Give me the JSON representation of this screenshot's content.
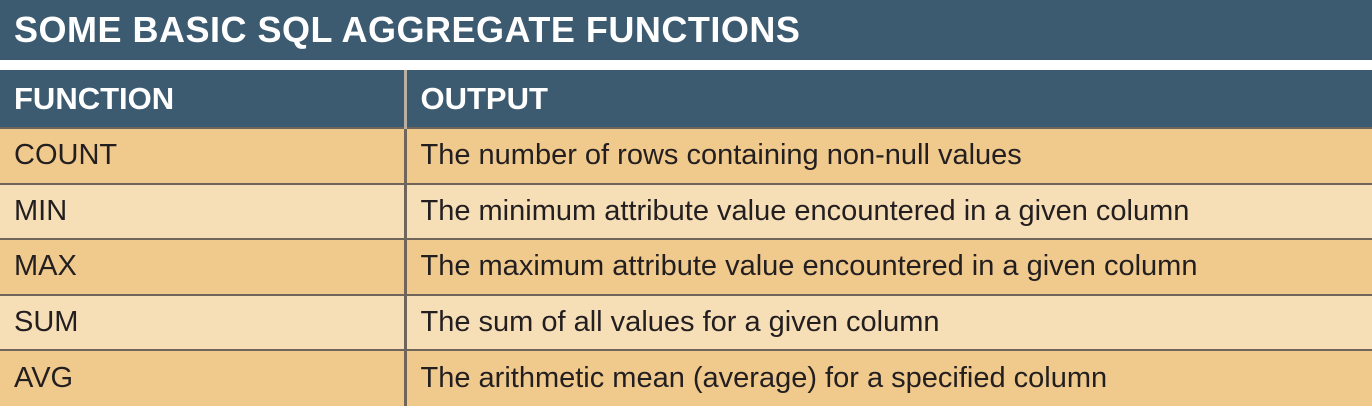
{
  "title": "SOME BASIC SQL AGGREGATE FUNCTIONS",
  "columns": {
    "function": "FUNCTION",
    "output": "OUTPUT"
  },
  "rows": [
    {
      "function": "COUNT",
      "output": "The number of rows containing non-null values"
    },
    {
      "function": "MIN",
      "output": "The minimum attribute value encountered in a given column"
    },
    {
      "function": "MAX",
      "output": "The maximum attribute value encountered in a given column"
    },
    {
      "function": "SUM",
      "output": "The sum of all values for a given column"
    },
    {
      "function": "AVG",
      "output": "The arithmetic mean (average) for a specified column"
    }
  ],
  "colors": {
    "header": "#3d5b70",
    "row_dark": "#f0c98c",
    "row_light": "#f6deb6",
    "text": "#231f20"
  }
}
